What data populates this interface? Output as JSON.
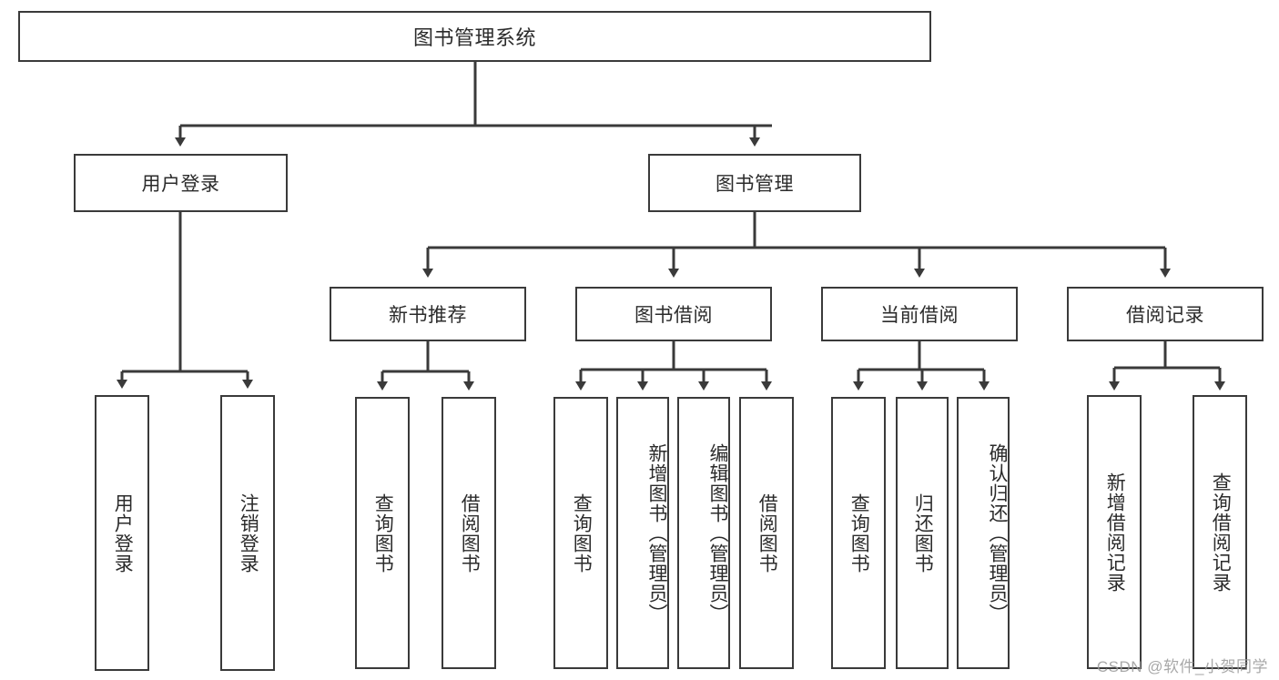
{
  "diagram": {
    "title": "图书管理系统",
    "watermark": "CSDN @软件_小贺同学",
    "colors": {
      "box_border": "#3a3a3a",
      "box_fill": "#ffffff",
      "edge": "#3a3a3a",
      "text": "#2b2b2b",
      "watermark": "#9a9a9a",
      "background": "#ffffff"
    },
    "levels": {
      "level1": [
        "图书管理系统"
      ],
      "level2": [
        "用户登录",
        "图书管理"
      ],
      "level3": [
        "新书推荐",
        "图书借阅",
        "当前借阅",
        "借阅记录"
      ]
    },
    "root": {
      "label": "图书管理系统",
      "children": [
        {
          "label": "用户登录",
          "children": [
            {
              "label": "用户登录"
            },
            {
              "label": "注销登录"
            }
          ]
        },
        {
          "label": "图书管理",
          "children": [
            {
              "label": "新书推荐",
              "children": [
                {
                  "label": "查询图书"
                },
                {
                  "label": "借阅图书"
                }
              ]
            },
            {
              "label": "图书借阅",
              "children": [
                {
                  "label": "查询图书"
                },
                {
                  "label": "新增图书（管理员）"
                },
                {
                  "label": "编辑图书（管理员）"
                },
                {
                  "label": "借阅图书"
                }
              ]
            },
            {
              "label": "当前借阅",
              "children": [
                {
                  "label": "查询图书"
                },
                {
                  "label": "归还图书"
                },
                {
                  "label": "确认归还（管理员）"
                }
              ]
            },
            {
              "label": "借阅记录",
              "children": [
                {
                  "label": "新增借阅记录"
                },
                {
                  "label": "查询借阅记录"
                }
              ]
            }
          ]
        }
      ]
    },
    "nodes": {
      "root": "图书管理系统",
      "user_login": "用户登录",
      "book_mgmt": "图书管理",
      "leaf_user_login": "用户登录",
      "leaf_user_logout": "注销登录",
      "new_book_rec": "新书推荐",
      "nbr_query": "查询图书",
      "nbr_borrow": "借阅图书",
      "book_borrow": "图书借阅",
      "bb_query": "查询图书",
      "bb_add": "新增图书（管理员）",
      "bb_edit": "编辑图书（管理员）",
      "bb_borrow": "借阅图书",
      "current_borrow": "当前借阅",
      "cb_query": "查询图书",
      "cb_return": "归还图书",
      "cb_confirm": "确认归还（管理员）",
      "borrow_record": "借阅记录",
      "br_add": "新增借阅记录",
      "br_query": "查询借阅记录"
    }
  }
}
